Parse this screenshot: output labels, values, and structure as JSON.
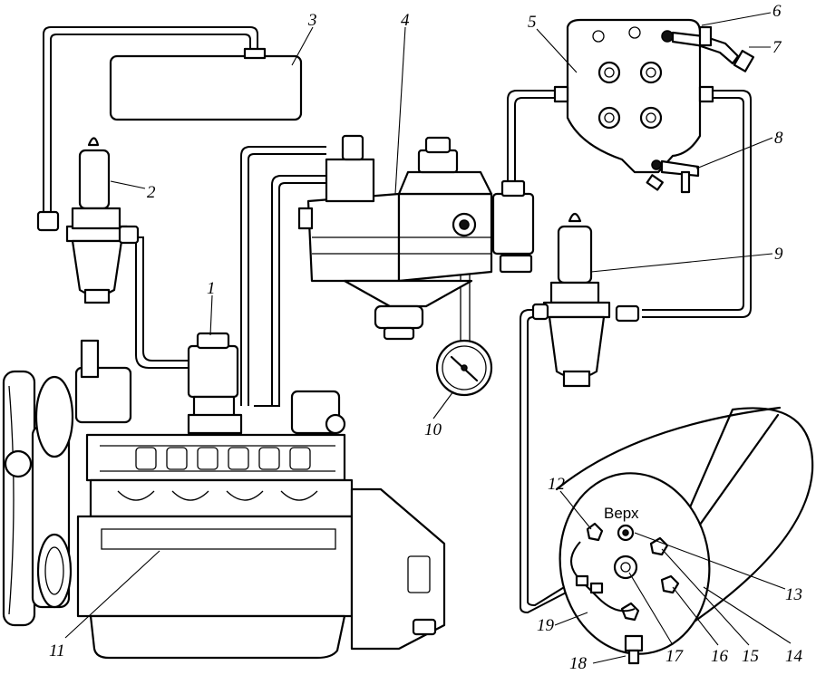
{
  "callouts": [
    {
      "id": "1",
      "text": "1"
    },
    {
      "id": "2",
      "text": "2"
    },
    {
      "id": "3",
      "text": "3"
    },
    {
      "id": "4",
      "text": "4"
    },
    {
      "id": "5",
      "text": "5"
    },
    {
      "id": "6",
      "text": "6"
    },
    {
      "id": "7",
      "text": "7"
    },
    {
      "id": "8",
      "text": "8"
    },
    {
      "id": "9",
      "text": "9"
    },
    {
      "id": "10",
      "text": "10"
    },
    {
      "id": "11",
      "text": "11"
    },
    {
      "id": "12",
      "text": "12"
    },
    {
      "id": "13",
      "text": "13"
    },
    {
      "id": "14",
      "text": "14"
    },
    {
      "id": "15",
      "text": "15"
    },
    {
      "id": "16",
      "text": "16"
    },
    {
      "id": "17",
      "text": "17"
    },
    {
      "id": "18",
      "text": "18"
    },
    {
      "id": "19",
      "text": "19"
    }
  ],
  "tank_label": "Верх"
}
